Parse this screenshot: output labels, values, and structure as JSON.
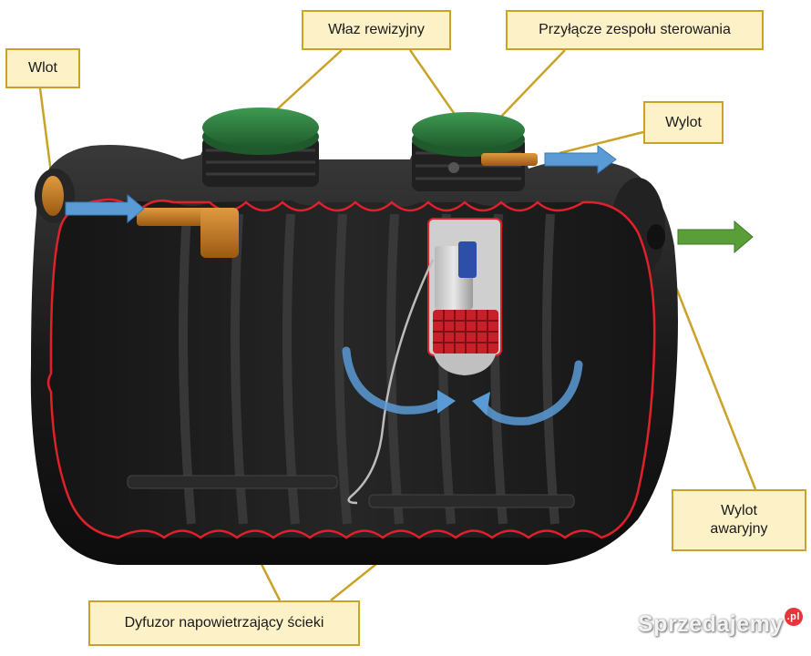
{
  "labels": {
    "inlet": "Wlot",
    "manhole": "Właz rewizyjny",
    "control_connection": "Przyłącze zespołu sterowania",
    "outlet": "Wylot",
    "emergency_outlet_line1": "Wylot",
    "emergency_outlet_line2": "awaryjny",
    "diffuser": "Dyfuzor napowietrzający ścieki"
  },
  "watermark": {
    "text": "Sprzedajemy",
    "suffix": ".pl"
  },
  "colors": {
    "label_fill": "#fdf1c7",
    "label_border": "#c9a227",
    "leader_line": "#c9a227",
    "tank_body": "#1c1c1c",
    "cutaway_outline": "#e0202a",
    "lid_green": "#2f7d3f",
    "pipe_orange": "#c97a1e",
    "flow_arrow_blue": "#5b9bd5",
    "emergency_arrow_green": "#5a9e3a",
    "pump_red": "#c8202a"
  }
}
